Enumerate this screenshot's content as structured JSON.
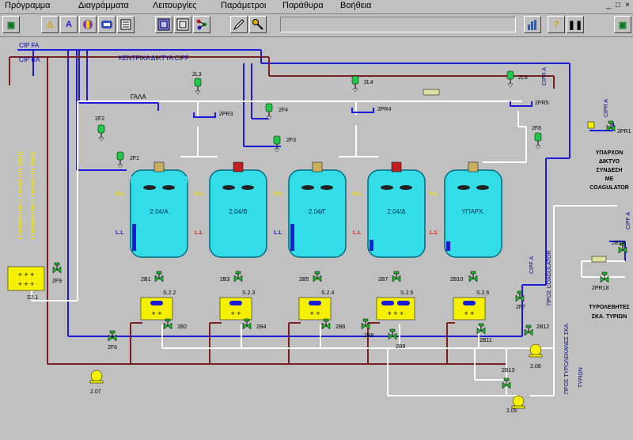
{
  "menu": [
    "Πρόγραμμα",
    "Διαγράμματα",
    "Λειτουργίες",
    "Παράμετροι",
    "Παράθυρα",
    "Βοήθεια"
  ],
  "window_controls": [
    "_",
    "□",
    "×"
  ],
  "toolbar_glyphs": {
    "app": "▣",
    "warning": "⚠",
    "a": "A",
    "help": "?",
    "pause": "❚❚"
  },
  "pipes": {
    "cip_fa": "CIP FA",
    "cip_ra": "CIP RA",
    "cipf_network": "ΚΕΝΤΡΙΚΑ ΔΙΚΤΥΑ CIPF",
    "milk": "ΓΑΛΑ",
    "milk_line_1": "ΓΡΑΜΜΗ ΠΑΣΤ. ΓΑΛΑΚΤΟΣ (No1)",
    "milk_line_2": "ΓΡΑΜΜΗ ΠΑΣΤ. ΓΑΛΑΚΤΟΣ (No2)",
    "cipf_a": "CIPF A",
    "to_coagulator": "ΠΡΟΣ COAGULATOR",
    "to_cheese_vats": "ΠΡΟΣ ΤΥΡΟΛΕΚΑΝΕΣ ΣΚΑ.",
    "tyrion": "ΤΥΡΙΩΝ",
    "cipr_a_top": "CIPR A",
    "cipr_a_right": "CIPR A",
    "cipf_a_right": "CIPF A"
  },
  "tanks": [
    {
      "name": "2.04/Α",
      "level_high": "Η.L",
      "level_low": "L.L",
      "station": "S.2.2",
      "valve_out": "2B1",
      "valve_side": "2B2"
    },
    {
      "name": "2.04/Β",
      "level_high": "Η.L",
      "level_low": "L.L",
      "station": "S.2.3",
      "valve_out": "2B3",
      "valve_side": "2B4"
    },
    {
      "name": "2.04/Γ",
      "level_high": "Η.L",
      "level_low": "L.L",
      "station": "S.2.4",
      "valve_out": "2B5",
      "valve_side": "2B6"
    },
    {
      "name": "2.04/Δ",
      "level_high": "Η.L",
      "level_low": "L.L",
      "station": "S.2.5",
      "valve_out": "2B7",
      "valve_side": "2B8"
    },
    {
      "name": "ΥΠΑΡΧ.",
      "level_high": "Η.L",
      "level_low": "L.L",
      "station": "S.2.6",
      "valve_out": "2B10",
      "valve_side": "2B11"
    }
  ],
  "valves": {
    "f1": "2F1",
    "f2": "2F2",
    "f3": "2F3",
    "f4": "2F4",
    "f8": "2F8",
    "l3": "2L3",
    "l4": "2L4",
    "l6": "2L6",
    "pr3": "2PR3",
    "pr4": "2PR4",
    "pr5": "2PR5",
    "b9": "2B9",
    "b12": "2B12",
    "b13": "2B13",
    "b14": "2B14",
    "f6": "2F6",
    "f7": "2F7",
    "f9": "2F9",
    "pr1": "2PR1",
    "pr18": "2PR18"
  },
  "station_s21": "S2.1",
  "pumps": {
    "p207": "2.07",
    "p208": "2.08",
    "p205": "2.05"
  },
  "right_labels": {
    "existing": "ΥΠΑΡΧΟΝ",
    "network": "ΔΙΚΤΥΟ",
    "connection": "ΣΥΝΔΕΣΗ",
    "with": "ΜΕ",
    "coagulator": "COAGULATOR",
    "cheese_vats": "ΤΥΡΟΛΕΒΗΤΕΣ",
    "cheese_vats_sub": "ΣΚΑ. ΤΥΡΙΩΝ"
  },
  "colors": {
    "blue_pipe": "#1a1ad8",
    "red_pipe": "#7a2020",
    "white_pipe": "#ffffff",
    "tank": "#33dde8",
    "station": "#f5f000",
    "valve": "#1db32a",
    "sensor": "#22c84a",
    "label_blue": "#0000a0",
    "label_yellow": "#f0e000",
    "label_red": "#e02020"
  }
}
